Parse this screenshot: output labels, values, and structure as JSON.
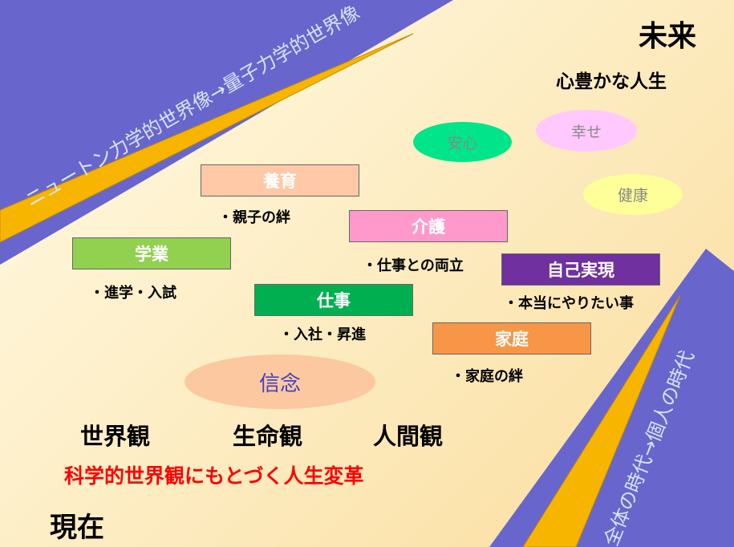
{
  "colors": {
    "band": "#6866cc",
    "stripe": "#f7b500",
    "stripe_edge": "#c38a00",
    "box_nurture": "#ffc8a6",
    "box_study": "#92d050",
    "box_care": "#ff99cc",
    "box_work": "#00b050",
    "box_selfreal": "#7030a0",
    "box_family": "#f79646",
    "oval_relief": "#00e58a",
    "oval_happy": "#ffc8ff",
    "oval_health": "#ffff99",
    "oval_belief": "#fcc8a0",
    "red_text": "#ff0000",
    "belief_text": "#4040c0"
  },
  "banners": {
    "top_left": "ニュートン力学的世界像→量子力学的世界像",
    "bottom_right": "全体の時代→個人の時代"
  },
  "labels": {
    "future": "未来",
    "future_life": "心豊かな人生",
    "present": "現在",
    "worldview": "世界観",
    "lifeview": "生命観",
    "humanview": "人間観",
    "slogan": "科学的世界観にもとづく人生変革"
  },
  "ovals": {
    "relief": "安心",
    "happiness": "幸せ",
    "health": "健康",
    "belief": "信念"
  },
  "boxes": {
    "nurture": {
      "title": "養育",
      "note": "・親子の絆"
    },
    "study": {
      "title": "学業",
      "note": "・進学・入試"
    },
    "care": {
      "title": "介護",
      "note": "・仕事との両立"
    },
    "work": {
      "title": "仕事",
      "note": "・入社・昇進"
    },
    "selfreal": {
      "title": "自己実現",
      "note": "・本当にやりたい事"
    },
    "family": {
      "title": "家庭",
      "note": "・家庭の絆"
    }
  }
}
